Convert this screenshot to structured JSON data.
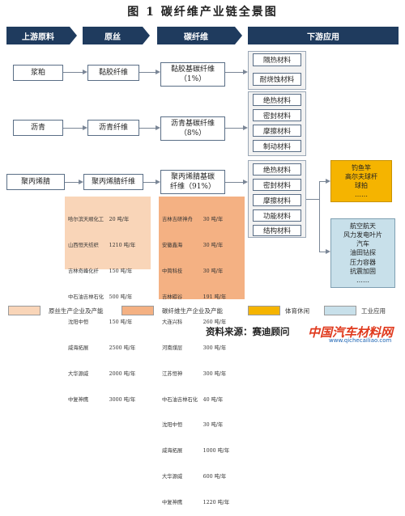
{
  "title": "图 1  碳纤维产业链全景图",
  "headers": {
    "upstream": "上游原料",
    "precursor": "原丝",
    "fiber": "碳纤维",
    "downstream": "下游应用"
  },
  "raws": [
    {
      "label": "浆粕",
      "precursor": "黏胶纤维",
      "fiber_line1": "黏胶基碳纤维",
      "fiber_line2": "（1%）"
    },
    {
      "label": "沥青",
      "precursor": "沥青纤维",
      "fiber_line1": "沥青基碳纤维",
      "fiber_line2": "（8%）"
    },
    {
      "label": "聚丙烯腈",
      "precursor": "聚丙烯腈纤维",
      "fiber_line1": "聚丙烯腈基碳",
      "fiber_line2": "纤维（91%）"
    }
  ],
  "apps": {
    "group1": [
      "隔热材料",
      "耐烧蚀材料"
    ],
    "group2": [
      "绝热材料",
      "密封材料",
      "摩擦材料",
      "制动材料"
    ],
    "group3": [
      "绝热材料",
      "密封材料",
      "摩擦材料",
      "功能材料",
      "结构材料"
    ]
  },
  "sports": [
    "钓鱼竿",
    "高尔夫球杆",
    "球拍",
    "……"
  ],
  "industry": [
    "航空航天",
    "风力发电叶片",
    "汽车",
    "油田钻探",
    "压力容器",
    "抗震加固",
    "……"
  ],
  "precursor_producers": [
    {
      "name": "哈尔滨天顺化工",
      "cap": "20 吨/年"
    },
    {
      "name": "山西恒天纺织",
      "cap": "1210 吨/年"
    },
    {
      "name": "吉林奇峰化纤",
      "cap": "150 吨/年"
    },
    {
      "name": "中石油吉林石化",
      "cap": "500 吨/年"
    },
    {
      "name": "沈阳中恒",
      "cap": "150 吨/年"
    },
    {
      "name": "威海拓展",
      "cap": "2500 吨/年"
    },
    {
      "name": "大华源威",
      "cap": "2000 吨/年"
    },
    {
      "name": "中复神鹰",
      "cap": "3000 吨/年"
    }
  ],
  "fiber_producers": [
    {
      "name": "吉林吉研神舟",
      "cap": "30 吨/年"
    },
    {
      "name": "安徽鑫海",
      "cap": "30 吨/年"
    },
    {
      "name": "中简科技",
      "cap": "30 吨/年"
    },
    {
      "name": "吉林碳谷",
      "cap": "191 吨/年"
    },
    {
      "name": "大连兴科",
      "cap": "260 吨/年"
    },
    {
      "name": "河南煤层",
      "cap": "300 吨/年"
    },
    {
      "name": "江苏恒神",
      "cap": "300 吨/年"
    },
    {
      "name": "中石油吉林石化",
      "cap": "40 吨/年"
    },
    {
      "name": "沈阳中恒",
      "cap": "30 吨/年"
    },
    {
      "name": "威海拓展",
      "cap": "1000 吨/年"
    },
    {
      "name": "大华源威",
      "cap": "600 吨/年"
    },
    {
      "name": "中复神鹰",
      "cap": "1220 吨/年"
    }
  ],
  "legend": [
    {
      "label": "原丝生产企业及产能",
      "color": "#f9d5b8"
    },
    {
      "label": "碳纤维生产企业及产能",
      "color": "#f4b183"
    },
    {
      "label": "体育休闲",
      "color": "#f5b400"
    },
    {
      "label": "工业应用",
      "color": "#c8e0ea"
    }
  ],
  "source": "资料来源：赛迪顾问",
  "logo": {
    "text": "中国汽车材料网",
    "url": "www.qichecailiao.com"
  }
}
